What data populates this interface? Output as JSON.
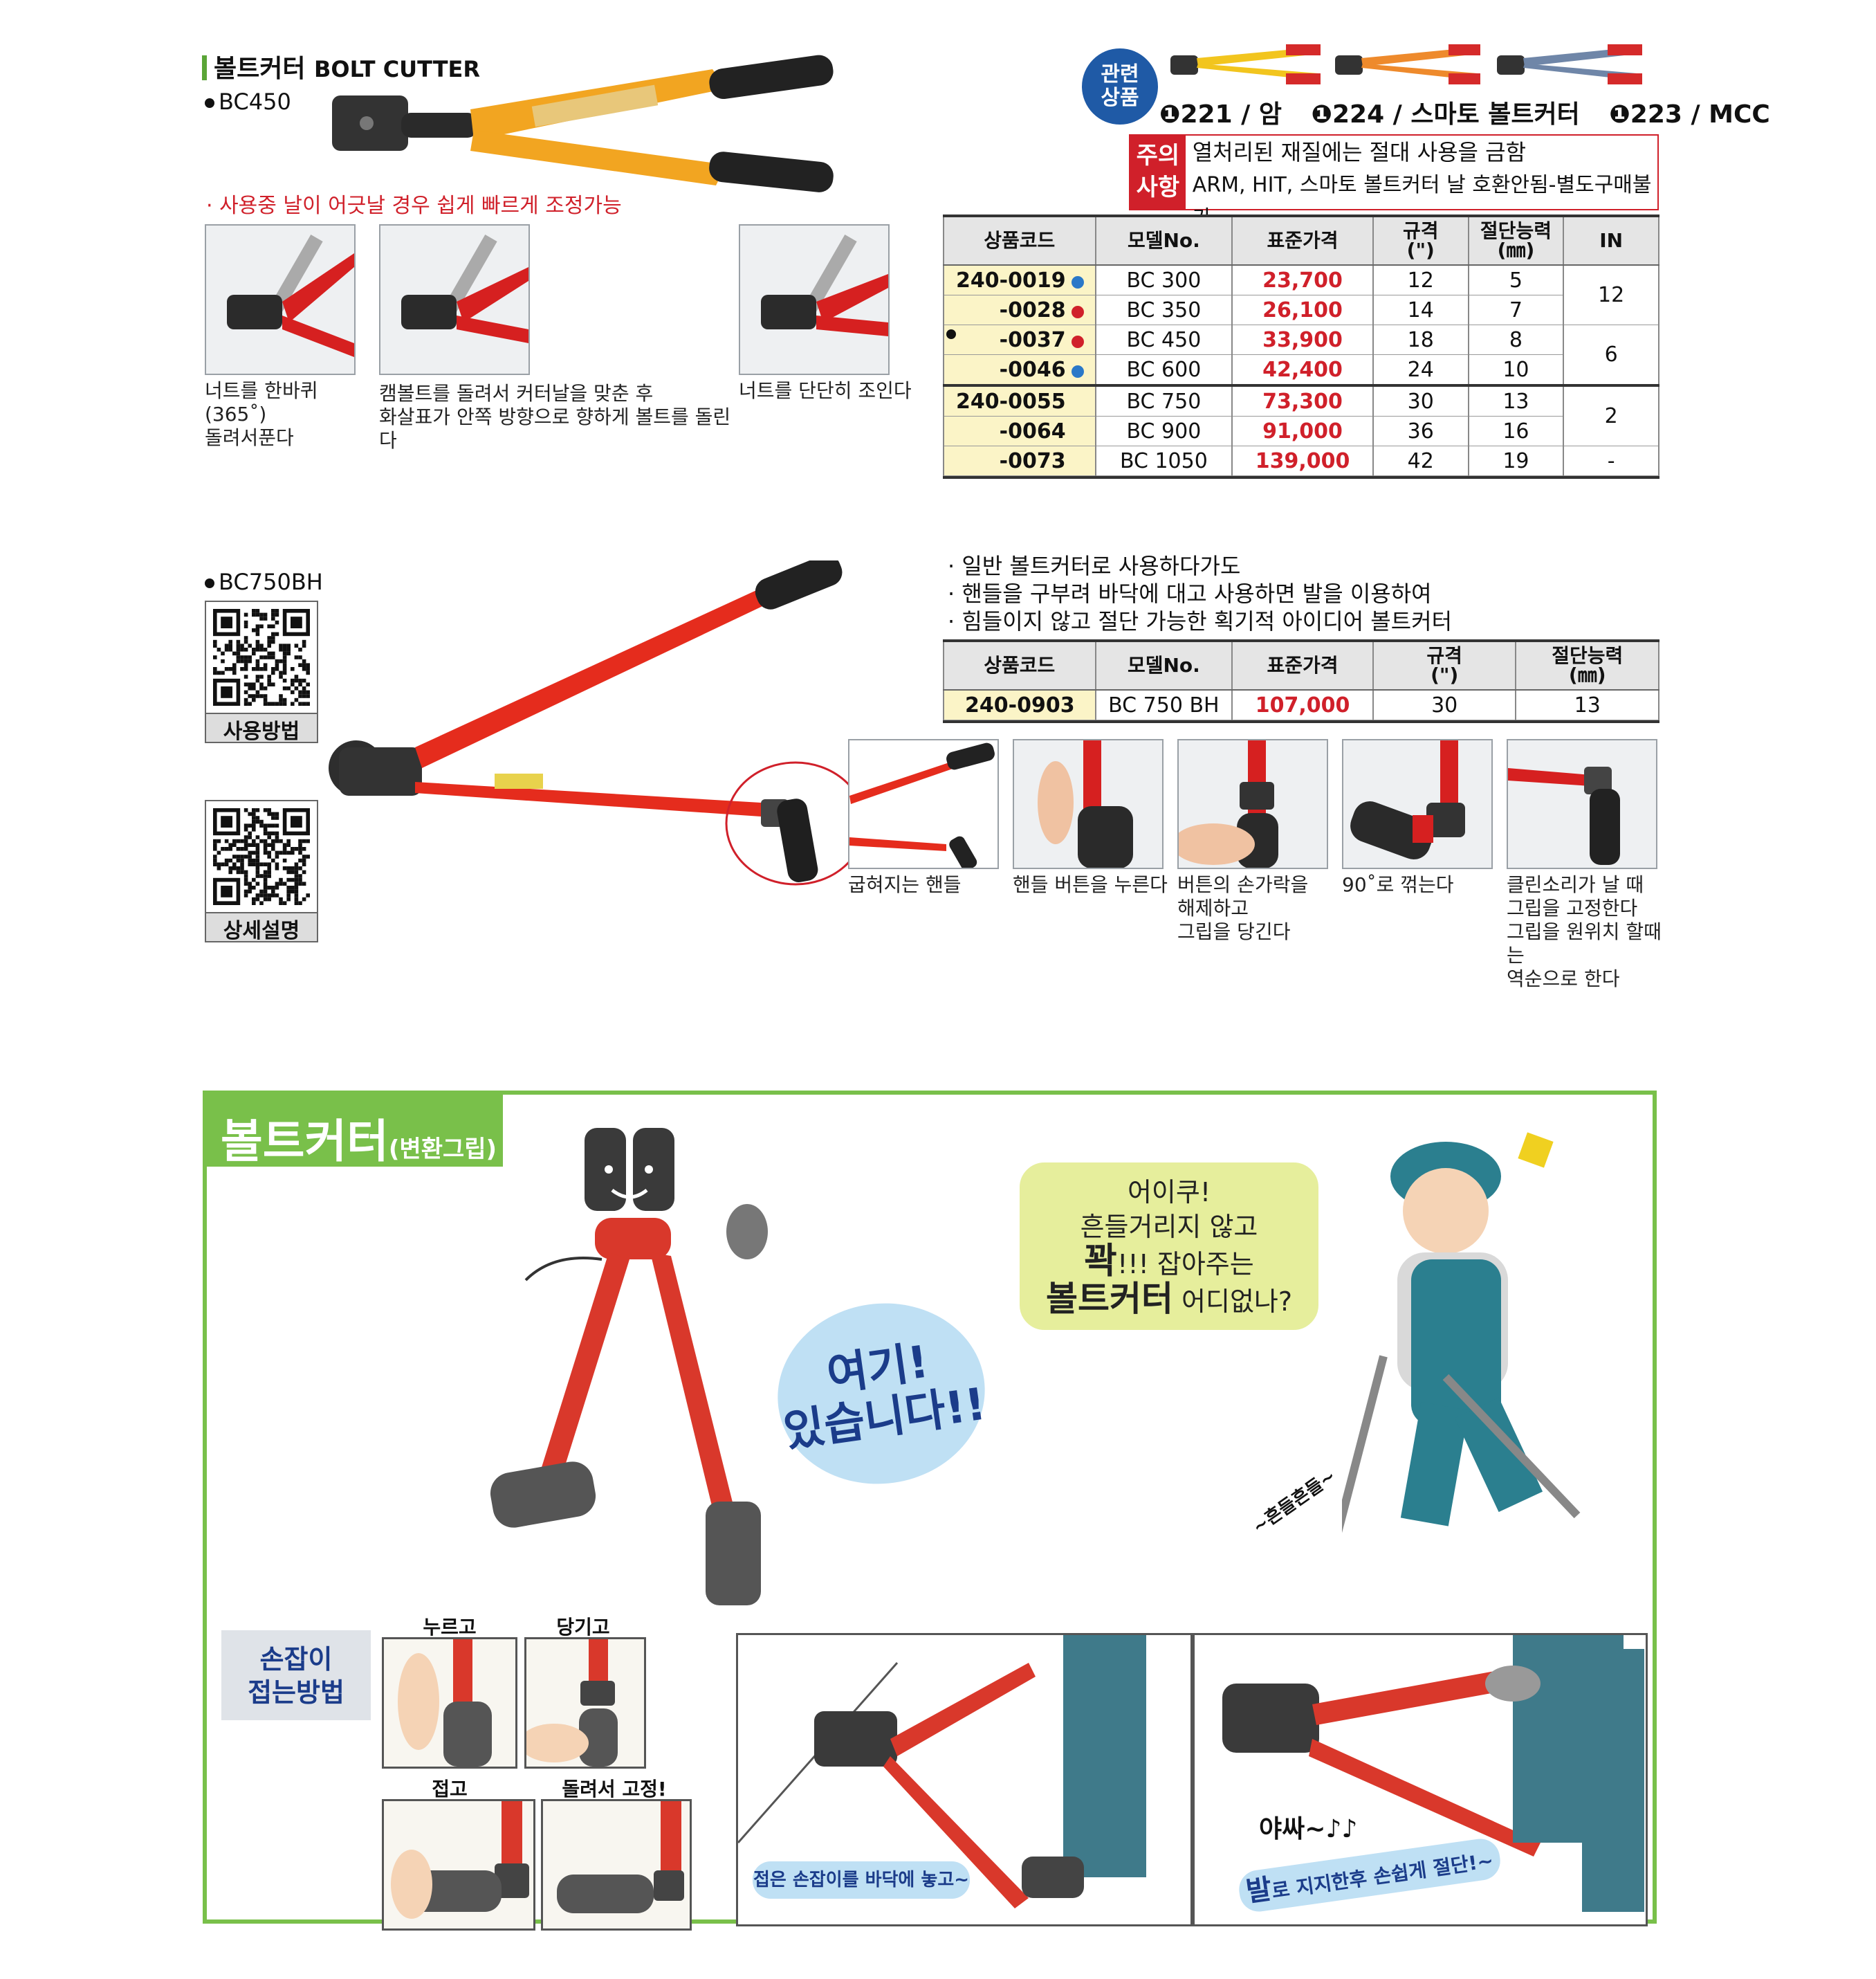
{
  "header": {
    "title_ko": "볼트커터",
    "title_en": "BOLT CUTTER"
  },
  "bc450": {
    "model": "BC450",
    "adjust_note": "· 사용중 날이 어긋날 경우 쉽게 빠르게 조정가능",
    "steps": [
      {
        "caption": "너트를 한바퀴(365˚)\n돌려서푼다"
      },
      {
        "caption": "캠볼트를 돌려서 커터날을 맞춘 후\n화살표가 안쪽 방향으로 향하게 볼트를 돌린다"
      },
      {
        "caption": "너트를 단단히 조인다"
      }
    ]
  },
  "related": {
    "badge_line1": "관련",
    "badge_line2": "상품",
    "items": [
      {
        "num": "❶",
        "label": "221 / 암"
      },
      {
        "num": "❶",
        "label": "224 / 스마토 볼트커터"
      },
      {
        "num": "❶",
        "label": "223 / MCC"
      }
    ]
  },
  "caution": {
    "label_line1": "주의",
    "label_line2": "사항",
    "line1": "열처리된 재질에는 절대 사용을 금함",
    "line2": "ARM, HIT, 스마토 볼트커터 날 호환안됨-별도구매불가"
  },
  "table1": {
    "headers": [
      "상품코드",
      "모델No.",
      "표준가격",
      "규격\n(\")",
      "절단능력\n(㎜)",
      "IN"
    ],
    "rows": [
      {
        "code": "240-0019",
        "dot": "#2a78c8",
        "model": "BC 300",
        "price": "23,700",
        "size": "12",
        "cut": "5"
      },
      {
        "code": "-0028",
        "dot": "#d0202a",
        "model": "BC 350",
        "price": "26,100",
        "size": "14",
        "cut": "7"
      },
      {
        "code": "-0037",
        "dot": "#d0202a",
        "model": "BC 450",
        "price": "33,900",
        "size": "18",
        "cut": "8"
      },
      {
        "code": "-0046",
        "dot": "#2a78c8",
        "model": "BC 600",
        "price": "42,400",
        "size": "24",
        "cut": "10"
      },
      {
        "code": "240-0055",
        "dot": "",
        "model": "BC 750",
        "price": "73,300",
        "size": "30",
        "cut": "13"
      },
      {
        "code": "-0064",
        "dot": "",
        "model": "BC 900",
        "price": "91,000",
        "size": "36",
        "cut": "16"
      },
      {
        "code": "-0073",
        "dot": "",
        "model": "BC 1050",
        "price": "139,000",
        "size": "42",
        "cut": "19"
      }
    ],
    "in_values": [
      "12",
      "6",
      "2",
      "-"
    ]
  },
  "bc750bh": {
    "model": "BC750BH",
    "qr1_label": "사용방법",
    "qr2_label": "상세설명",
    "features": [
      "· 일반 볼트커터로 사용하다가도",
      "· 핸들을 구부려 바닥에 대고 사용하면 발을 이용하여",
      "· 힘들이지 않고 절단 가능한 획기적 아이디어 볼트커터"
    ],
    "table_headers": [
      "상품코드",
      "모델No.",
      "표준가격",
      "규격\n(\")",
      "절단능력\n(㎜)"
    ],
    "row": {
      "code": "240-0903",
      "model": "BC 750 BH",
      "price": "107,000",
      "size": "30",
      "cut": "13"
    },
    "steps": [
      {
        "caption": "굽혀지는 핸들"
      },
      {
        "caption": "핸들 버튼을 누른다"
      },
      {
        "caption": "버튼의 손가락을\n해제하고\n그립을 당긴다"
      },
      {
        "caption": "90˚로 꺾는다"
      },
      {
        "caption": "클린소리가 날 때\n그립을 고정한다\n그립을 원위치 할때는\n역순으로 한다"
      }
    ]
  },
  "cartoon": {
    "title": "볼트커터",
    "subtitle": "(변환그립)",
    "speech_worker_1": "어이쿠!",
    "speech_worker_2": "흔들거리지 않고",
    "speech_worker_3a": "꽉",
    "speech_worker_3b": "!!! 잡아주는",
    "speech_worker_4a": "볼트커터",
    "speech_worker_4b": " 어디없나?",
    "speech_cutter_1": "여기!",
    "speech_cutter_2": "있습니다!!",
    "wobble": "~흔들흔들~",
    "fold_label_1": "손잡이",
    "fold_label_2": "접는방법",
    "fold_steps": [
      "누르고",
      "당기고",
      "접고",
      "돌려서 고정!"
    ],
    "panel1_caption": "접은 손잡이를 바닥에 놓고~",
    "panel2_sound": "야싸~♪♪",
    "panel2_caption_a": "발",
    "panel2_caption_b": "로 지지한후 손쉽게 절단!~"
  },
  "colors": {
    "accent_green": "#79c04a",
    "price_red": "#d0202a",
    "blue_dot": "#2a78c8"
  }
}
